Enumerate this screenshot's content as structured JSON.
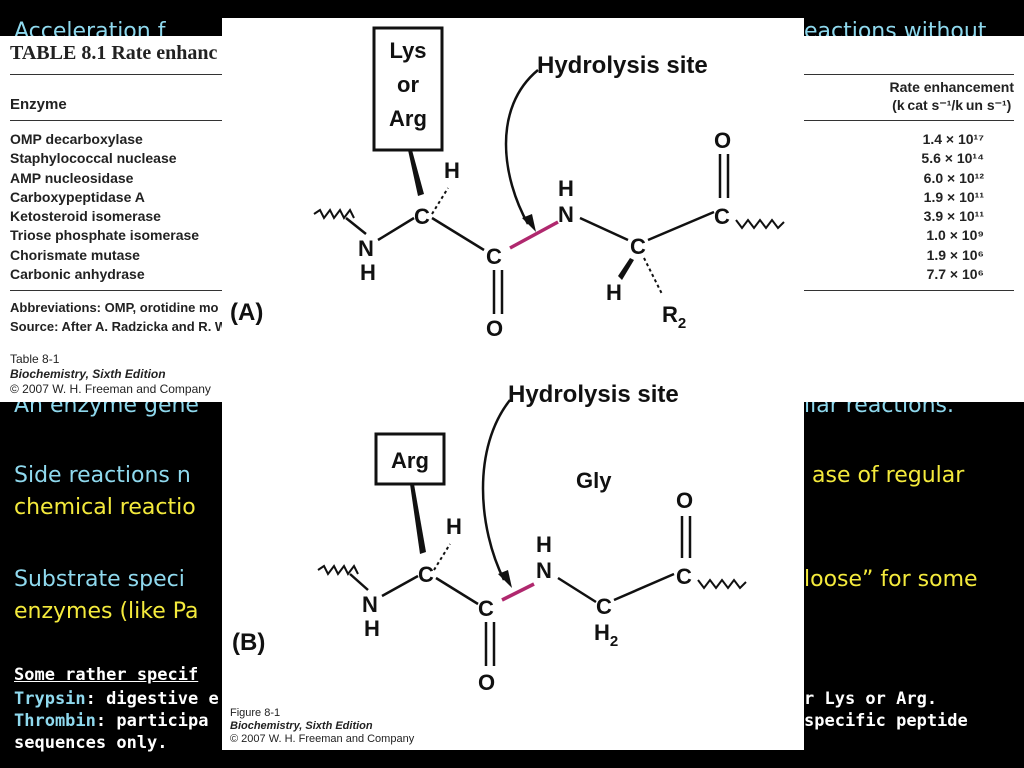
{
  "slide": {
    "line1": "Acceleration f",
    "line1_end": "eactions without",
    "line2a": "An enzyme gene",
    "line2b": "ilar reactions.",
    "line3a": "Side reactions n",
    "line3b": "ase of regular",
    "line4a": "chemical reactio",
    "line5a": "Substrate speci",
    "line5b": "loose” for some",
    "line6a": "enzymes (like Pa",
    "line7a": "Some rather specif",
    "line8_term": "Trypsin",
    "line8a": ": digestive e",
    "line8b": "r Lys or Arg.",
    "line9_term": "Thrombin",
    "line9a": ": participa",
    "line9b": "specific peptide",
    "line10": "sequences only."
  },
  "table": {
    "title": "TABLE 8.1  Rate enhanc",
    "col_enzyme": "Enzyme",
    "col_rate_line1": "Rate enhancement",
    "col_rate_line2": "(k cat s⁻¹/k un s⁻¹)",
    "enzymes": [
      "OMP decarboxylase",
      "Staphylococcal nuclease",
      "AMP nucleosidase",
      "Carboxypeptidase A",
      "Ketosteroid isomerase",
      "Triose phosphate isomerase",
      "Chorismate mutase",
      "Carbonic anhydrase"
    ],
    "values": [
      "1.4 × 10¹⁷",
      "5.6 × 10¹⁴",
      "6.0 × 10¹²",
      "1.9 × 10¹¹",
      "3.9 × 10¹¹",
      "1.0 × 10⁹",
      "1.9 × 10⁶",
      "7.7 × 10⁶"
    ],
    "foot1": "Abbreviations: OMP, orotidine mo",
    "foot2": "Source: After A. Radzicka and R. W",
    "cap1": "Table 8-1",
    "cap2": "Biochemistry, Sixth Edition",
    "cap3": "© 2007 W. H. Freeman and Company"
  },
  "figure": {
    "a": {
      "box": [
        "Lys",
        "or",
        "Arg"
      ],
      "site": "Hydrolysis site",
      "label": "(A)",
      "r2": "R",
      "r2sub": "2"
    },
    "b": {
      "box": "Arg",
      "site": "Hydrolysis site",
      "gly": "Gly",
      "label": "(B)",
      "h2sub": "2"
    },
    "atoms": {
      "C": "C",
      "N": "N",
      "H": "H",
      "O": "O"
    },
    "cap1": "Figure 8-1",
    "cap2": "Biochemistry, Sixth Edition",
    "cap3": "© 2007 W. H. Freeman and Company"
  },
  "colors": {
    "cyan": "#8fd9ee",
    "yellow": "#f4ea3c",
    "bond_highlight": "#b0286e"
  }
}
